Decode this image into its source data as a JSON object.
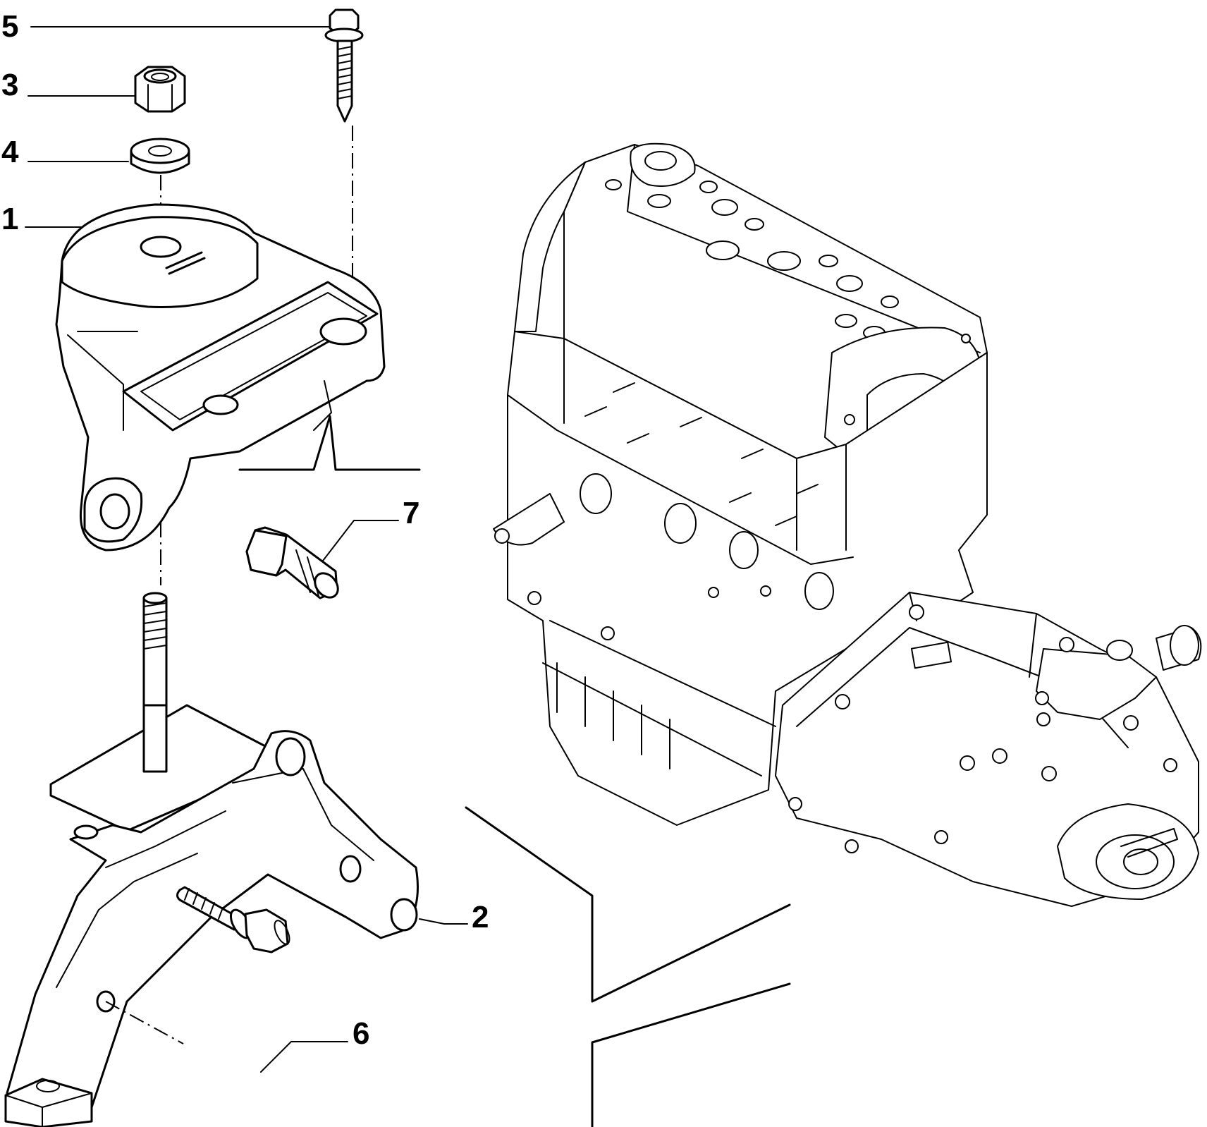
{
  "callouts": [
    {
      "id": "5",
      "label": "5"
    },
    {
      "id": "3",
      "label": "3"
    },
    {
      "id": "4",
      "label": "4"
    },
    {
      "id": "1",
      "label": "1"
    },
    {
      "id": "7",
      "label": "7"
    },
    {
      "id": "2",
      "label": "2"
    },
    {
      "id": "6",
      "label": "6"
    }
  ]
}
